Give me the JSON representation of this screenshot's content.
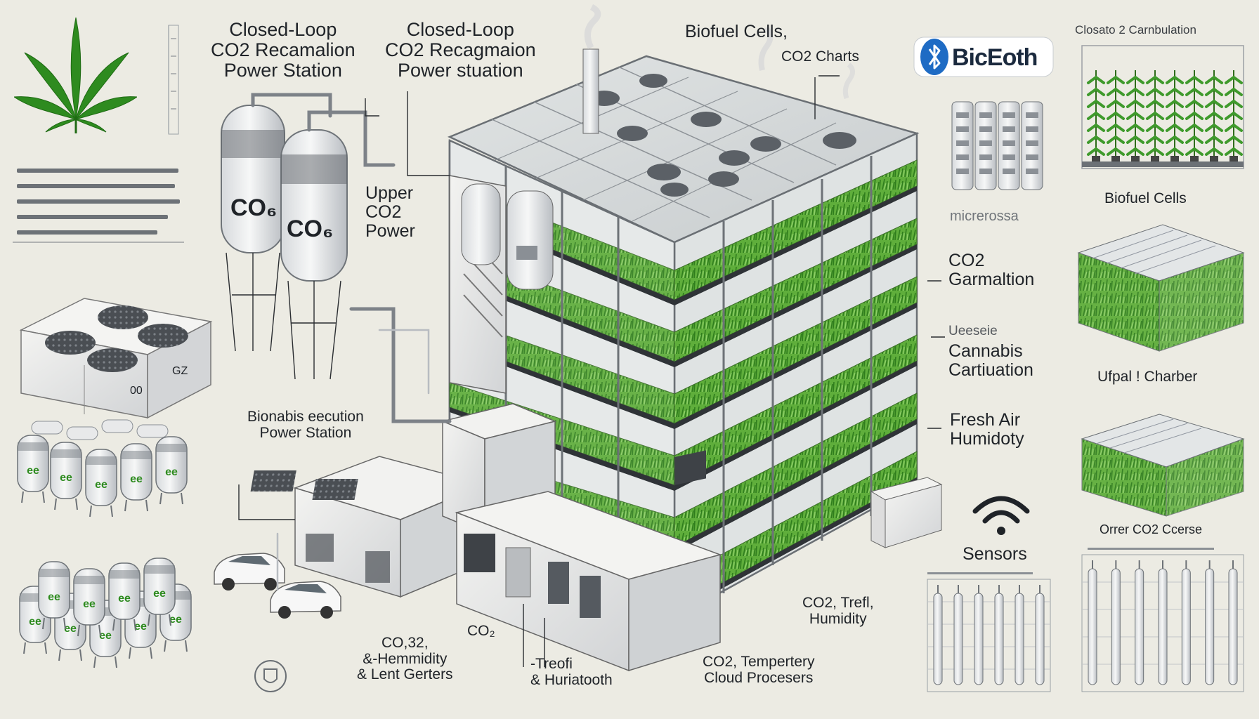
{
  "title_left_1": "Closed-Loop\nCO2 Recamalion\nPower Station",
  "title_left_2": "Closed-Loop\nCO2 Recagmaion\nPower stuation",
  "biofuel_top": "Biofuel Cells,",
  "co2_charts": "CO2 Charts",
  "brand": "BicEoth",
  "top_right_caption": "Closato 2 Carnbulation",
  "upper_co2": "Upper\nCO2\nPower",
  "silo_label_1": "CO₆",
  "silo_label_2": "CO₆",
  "biofuel_cells_right": "Biofuel Cells",
  "micro": "micrerossa",
  "co2_gerr": "CO2\nGarmaltion",
  "cannabis": "Cannabis\nCartiuation",
  "cannabis_pre": "Ueeseie",
  "fresh_air": "Fresh Air\nHumidoty",
  "bionabis": "Bionabis eecution\nPower Station",
  "upper_chamber": "Ufpal ! Charber",
  "offer_co2": "Orrer CO2 Ccerse",
  "sensors": "Sensors",
  "co2_tref_humidity": "CO2, Trefl,\nHumidity",
  "co2_32": "CO,32,\n&-Hemmidity\n& Lent Gerters",
  "co2_small": "CO₂",
  "tref_huri": "-Treofi\n& Huriatooth",
  "co2_temp": "CO2, Tempertery\nCloud Procesers",
  "tank_badge": "ee",
  "box_badge_1": "00",
  "box_badge_2": "GZ",
  "colors": {
    "background": "#ecebe3",
    "plant_green": "#3f9a2c",
    "leaf_green": "#2e8b1f",
    "bluetooth_blue": "#1e6bc4",
    "steel": "#c9ccd0"
  },
  "icons": {
    "leaf": "cannabis-leaf-icon",
    "bluetooth": "bluetooth-icon",
    "wifi": "wifi-icon",
    "shield": "shield-emblem-icon"
  }
}
